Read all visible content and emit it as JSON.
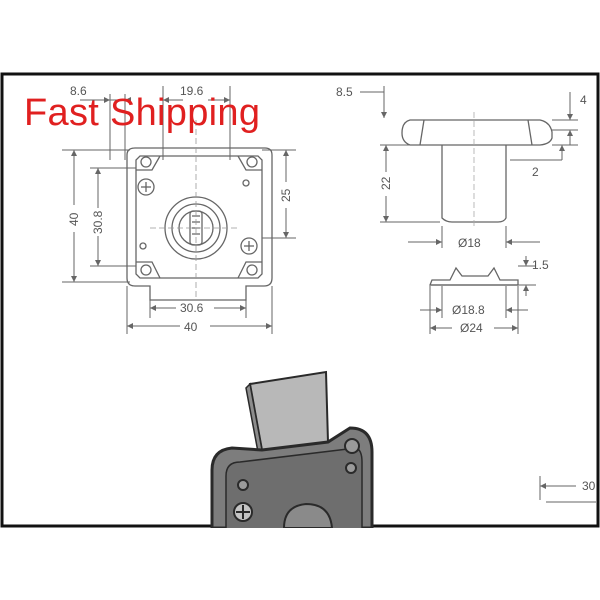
{
  "banner": {
    "text": "Fast Shipping",
    "color": "#e02020"
  },
  "front_view": {
    "dim_top_left": "8.6",
    "dim_top_center": "19.6",
    "dim_left_outer": "40",
    "dim_left_inner": "30.8",
    "dim_right": "25",
    "dim_bottom_inner": "30.6",
    "dim_bottom_outer": "40"
  },
  "side_view": {
    "dim_top_left": "8.5",
    "dim_right_top": "4",
    "dim_right_mid": "2",
    "dim_height": "22",
    "dim_diameter": "Ø18"
  },
  "ring_view": {
    "dim_height": "1.5",
    "dim_inner_diameter": "Ø18.8",
    "dim_outer_diameter": "Ø24"
  },
  "bottom_view": {
    "dim_partial": "30"
  },
  "colors": {
    "line": "#666666",
    "body_fill": "#7d7d7d",
    "bolt_fill": "#b8b8b8",
    "frame": "#111111"
  }
}
